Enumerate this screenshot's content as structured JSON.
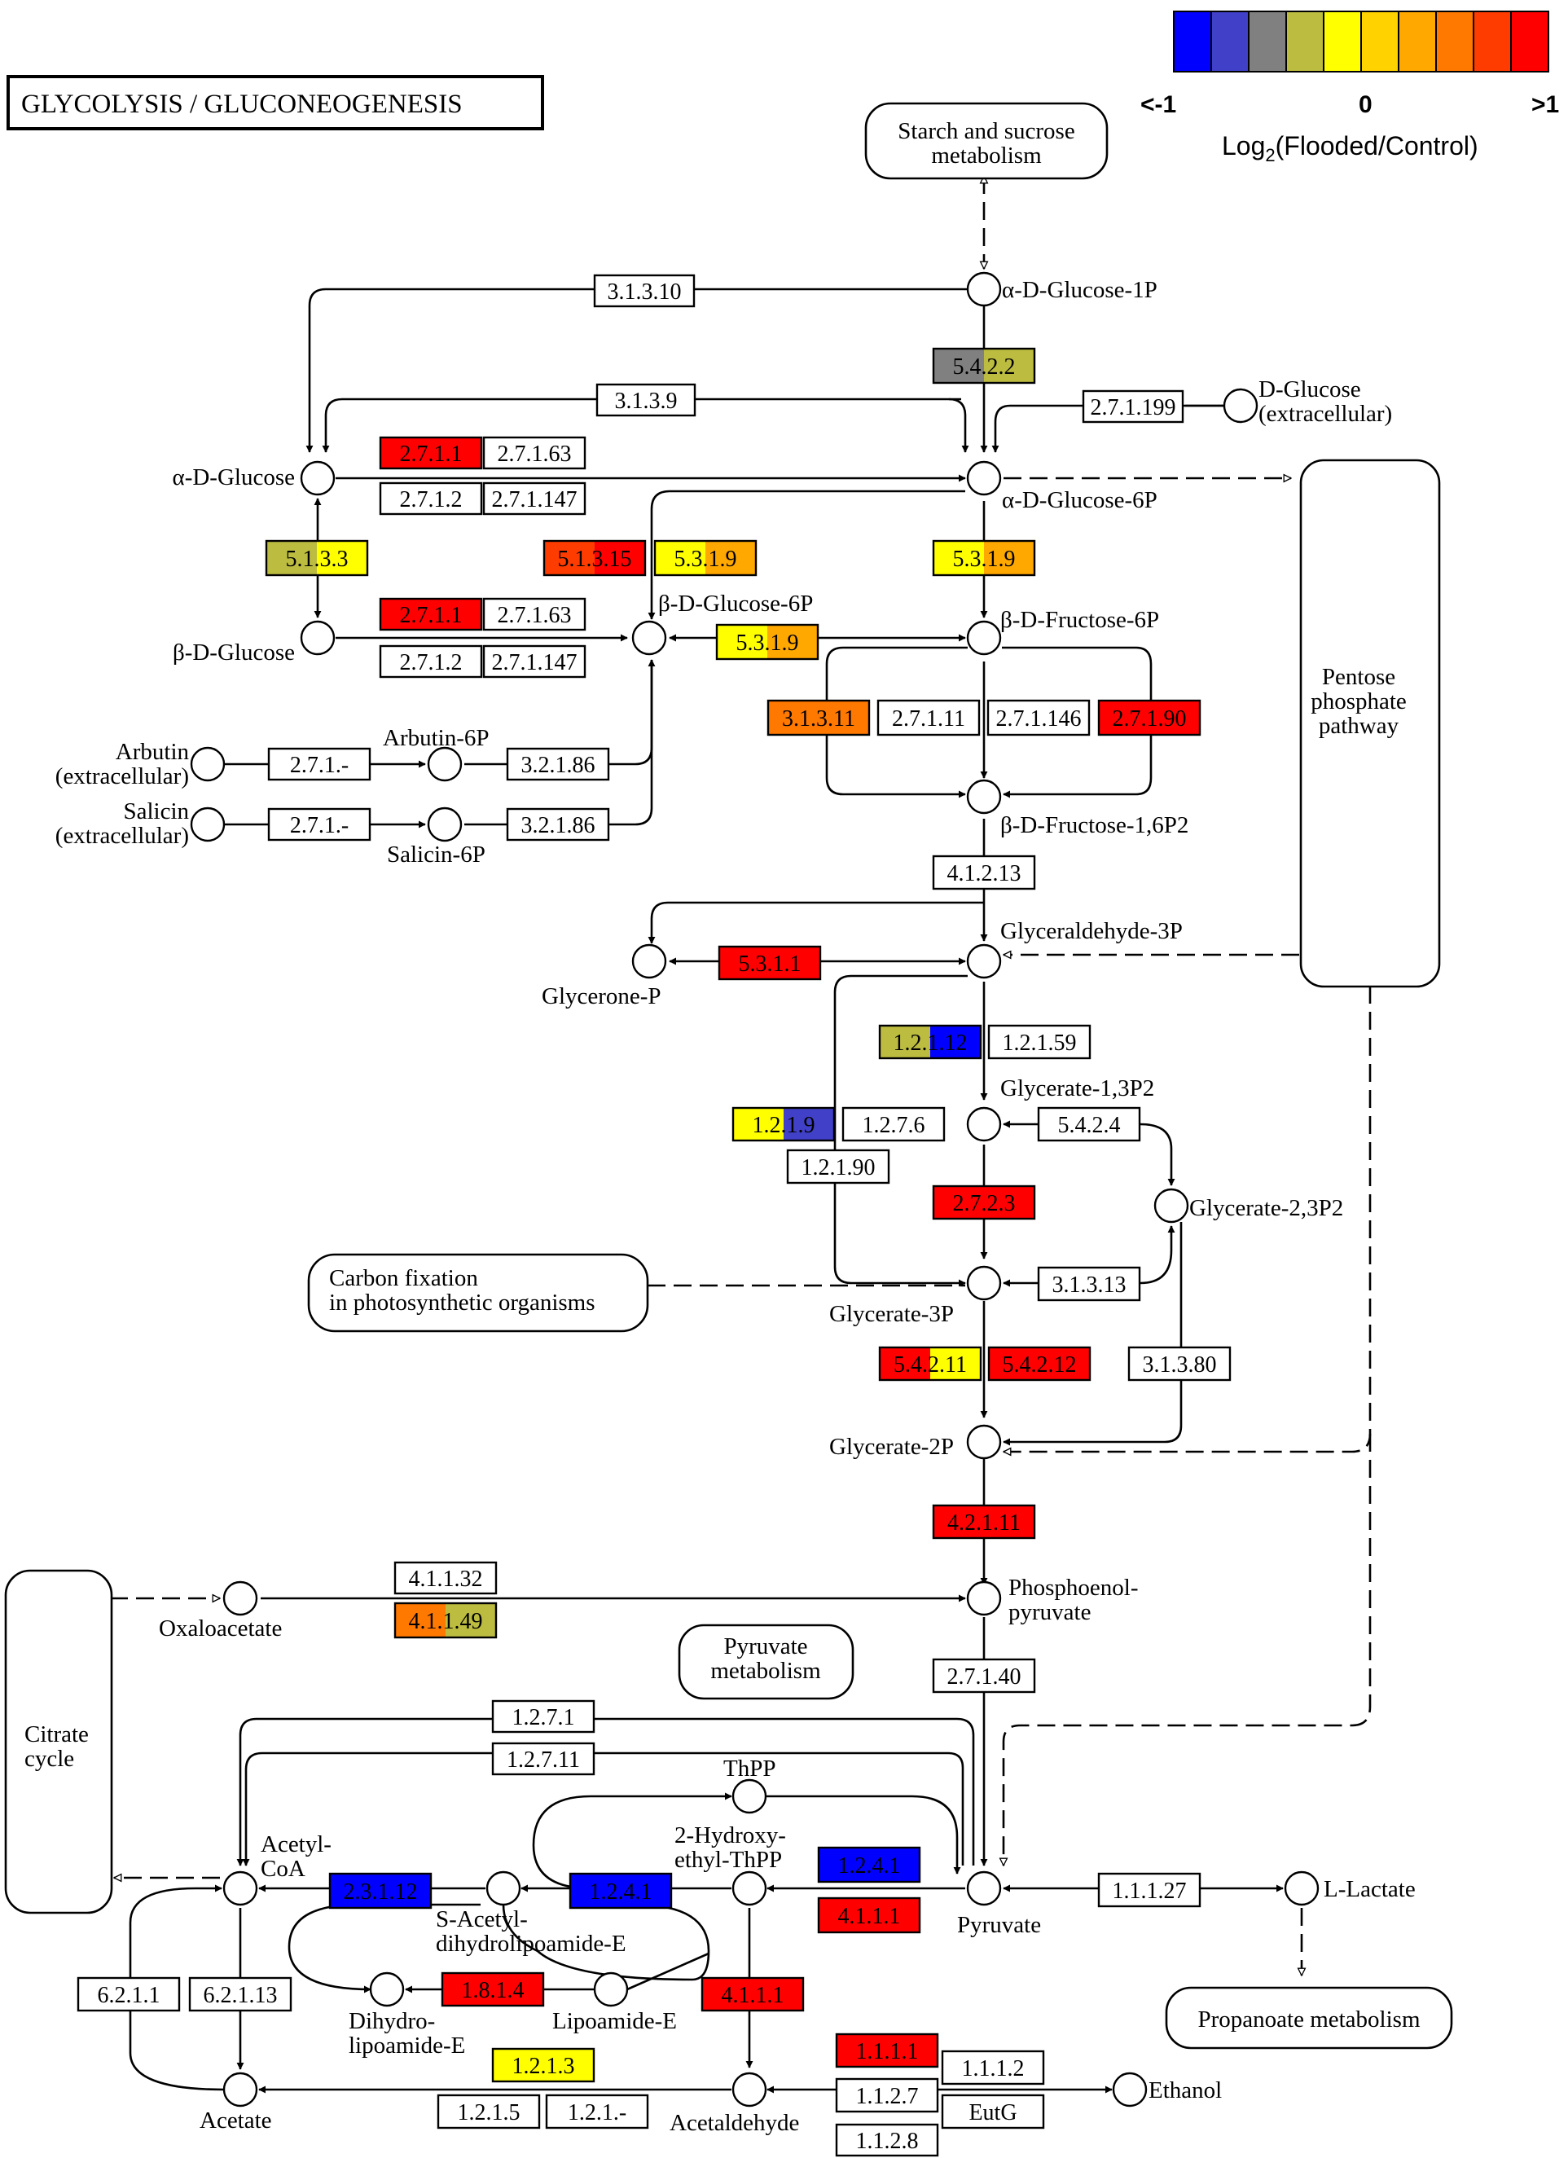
{
  "title": "GLYCOLYSIS / GLUCONEOGENESIS",
  "legend": {
    "colors": [
      "#0000ff",
      "#4040c8",
      "#808080",
      "#bcbc40",
      "#ffff00",
      "#ffd200",
      "#ffa800",
      "#ff7800",
      "#ff3c00",
      "#ff0000"
    ],
    "min_label": "<-1",
    "mid_label": "0",
    "max_label": ">1",
    "axis_label": "Log2(Flooded/Control)"
  },
  "pathways": {
    "starch": [
      "Starch and sucrose",
      "metabolism"
    ],
    "pentose": [
      "Pentose",
      "phosphate",
      "pathway"
    ],
    "carbon": [
      "Carbon fixation",
      "in photosynthetic organisms"
    ],
    "citrate": [
      "Citrate",
      "cycle"
    ],
    "pyruvate_met": [
      "Pyruvate",
      "metabolism"
    ],
    "propanoate": [
      "Propanoate metabolism"
    ]
  },
  "compounds": {
    "a_glucose_1p": [
      "α-D-Glucose-1P"
    ],
    "d_glucose_ext": [
      "D-Glucose",
      "(extracellular)"
    ],
    "a_glucose": [
      "α-D-Glucose"
    ],
    "a_glucose_6p": [
      "α-D-Glucose-6P"
    ],
    "b_glucose": [
      "β-D-Glucose"
    ],
    "b_glucose_6p": [
      "β-D-Glucose-6P"
    ],
    "b_fructose_6p": [
      "β-D-Fructose-6P"
    ],
    "arbutin": [
      "Arbutin",
      "(extracellular)"
    ],
    "arbutin_6p": [
      "Arbutin-6P"
    ],
    "salicin": [
      "Salicin",
      "(extracellular)"
    ],
    "salicin_6p": [
      "Salicin-6P"
    ],
    "b_fructose_16p2": [
      "β-D-Fructose-1,6P2"
    ],
    "glyceraldehyde_3p": [
      "Glyceraldehyde-3P"
    ],
    "glycerone_p": [
      "Glycerone-P"
    ],
    "glycerate_13p2": [
      "Glycerate-1,3P2"
    ],
    "glycerate_23p2": [
      "Glycerate-2,3P2"
    ],
    "glycerate_3p": [
      "Glycerate-3P"
    ],
    "glycerate_2p": [
      "Glycerate-2P"
    ],
    "pep": [
      "Phosphoenol-",
      "pyruvate"
    ],
    "oxaloacetate": [
      "Oxaloacetate"
    ],
    "thpp": [
      "ThPP"
    ],
    "hydroxyethyl_thpp": [
      "2-Hydroxy-",
      "ethyl-ThPP"
    ],
    "acetyl_coa": [
      "Acetyl-",
      "CoA"
    ],
    "s_acetyl": [
      "S-Acetyl-",
      "dihydrolipoamide-E"
    ],
    "pyruvate": [
      "Pyruvate"
    ],
    "l_lactate": [
      "L-Lactate"
    ],
    "dihydrolipoamide": [
      "Dihydro-",
      "lipoamide-E"
    ],
    "lipoamide": [
      "Lipoamide-E"
    ],
    "acetate": [
      "Acetate"
    ],
    "acetaldehyde": [
      "Acetaldehyde"
    ],
    "ethanol": [
      "Ethanol"
    ]
  },
  "enzymes": [
    {
      "id": "e1",
      "label": "3.1.3.10",
      "colors": []
    },
    {
      "id": "e2",
      "label": "5.4.2.2",
      "colors": [
        "#808080",
        "#bcbc40"
      ]
    },
    {
      "id": "e3",
      "label": "3.1.3.9",
      "colors": []
    },
    {
      "id": "e4",
      "label": "2.7.1.199",
      "colors": []
    },
    {
      "id": "e5",
      "label": "2.7.1.1",
      "colors": [
        "#ff0000"
      ]
    },
    {
      "id": "e6",
      "label": "2.7.1.63",
      "colors": []
    },
    {
      "id": "e7",
      "label": "2.7.1.2",
      "colors": []
    },
    {
      "id": "e8",
      "label": "2.7.1.147",
      "colors": []
    },
    {
      "id": "e9",
      "label": "5.1.3.3",
      "colors": [
        "#bcbc40",
        "#ffff00"
      ]
    },
    {
      "id": "e10",
      "label": "5.1.3.15",
      "colors": [
        "#ff3c00",
        "#ff0000"
      ]
    },
    {
      "id": "e11",
      "label": "5.3.1.9",
      "colors": [
        "#ffff00",
        "#ffa800"
      ]
    },
    {
      "id": "e12",
      "label": "5.3.1.9",
      "colors": [
        "#ffff00",
        "#ffa800"
      ]
    },
    {
      "id": "e13",
      "label": "2.7.1.1",
      "colors": [
        "#ff0000"
      ]
    },
    {
      "id": "e14",
      "label": "2.7.1.63",
      "colors": []
    },
    {
      "id": "e15",
      "label": "2.7.1.2",
      "colors": []
    },
    {
      "id": "e16",
      "label": "2.7.1.147",
      "colors": []
    },
    {
      "id": "e17",
      "label": "5.3.1.9",
      "colors": [
        "#ffff00",
        "#ffa800"
      ]
    },
    {
      "id": "e18",
      "label": "3.1.3.11",
      "colors": [
        "#ff7800"
      ]
    },
    {
      "id": "e19",
      "label": "2.7.1.11",
      "colors": []
    },
    {
      "id": "e20",
      "label": "2.7.1.146",
      "colors": []
    },
    {
      "id": "e21",
      "label": "2.7.1.90",
      "colors": [
        "#ff0000"
      ]
    },
    {
      "id": "e22",
      "label": "2.7.1.-",
      "colors": []
    },
    {
      "id": "e23",
      "label": "3.2.1.86",
      "colors": []
    },
    {
      "id": "e24",
      "label": "2.7.1.-",
      "colors": []
    },
    {
      "id": "e25",
      "label": "3.2.1.86",
      "colors": []
    },
    {
      "id": "e26",
      "label": "4.1.2.13",
      "colors": []
    },
    {
      "id": "e27",
      "label": "5.3.1.1",
      "colors": [
        "#ff0000"
      ]
    },
    {
      "id": "e28",
      "label": "1.2.1.12",
      "colors": [
        "#bcbc40",
        "#0000ff"
      ]
    },
    {
      "id": "e29",
      "label": "1.2.1.59",
      "colors": []
    },
    {
      "id": "e30",
      "label": "1.2.1.9",
      "colors": [
        "#ffff00",
        "#4040c8"
      ]
    },
    {
      "id": "e31",
      "label": "1.2.7.6",
      "colors": []
    },
    {
      "id": "e32",
      "label": "5.4.2.4",
      "colors": []
    },
    {
      "id": "e33",
      "label": "1.2.1.90",
      "colors": []
    },
    {
      "id": "e34",
      "label": "2.7.2.3",
      "colors": [
        "#ff0000"
      ]
    },
    {
      "id": "e35",
      "label": "3.1.3.13",
      "colors": []
    },
    {
      "id": "e36",
      "label": "5.4.2.11",
      "colors": [
        "#ff0000",
        "#ffff00"
      ]
    },
    {
      "id": "e37",
      "label": "5.4.2.12",
      "colors": [
        "#ff0000"
      ]
    },
    {
      "id": "e38",
      "label": "3.1.3.80",
      "colors": []
    },
    {
      "id": "e39",
      "label": "4.2.1.11",
      "colors": [
        "#ff0000"
      ]
    },
    {
      "id": "e40",
      "label": "4.1.1.32",
      "colors": []
    },
    {
      "id": "e41",
      "label": "4.1.1.49",
      "colors": [
        "#ff7800",
        "#bcbc40"
      ]
    },
    {
      "id": "e42",
      "label": "2.7.1.40",
      "colors": []
    },
    {
      "id": "e43",
      "label": "1.2.7.1",
      "colors": []
    },
    {
      "id": "e44",
      "label": "1.2.7.11",
      "colors": []
    },
    {
      "id": "e45",
      "label": "1.2.4.1",
      "colors": [
        "#0000ff"
      ]
    },
    {
      "id": "e46",
      "label": "2.3.1.12",
      "colors": [
        "#0000ff"
      ]
    },
    {
      "id": "e47",
      "label": "1.2.4.1",
      "colors": [
        "#0000ff"
      ]
    },
    {
      "id": "e48",
      "label": "4.1.1.1",
      "colors": [
        "#ff0000"
      ]
    },
    {
      "id": "e49",
      "label": "1.1.1.27",
      "colors": []
    },
    {
      "id": "e50",
      "label": "1.8.1.4",
      "colors": [
        "#ff0000"
      ]
    },
    {
      "id": "e51",
      "label": "4.1.1.1",
      "colors": [
        "#ff0000"
      ]
    },
    {
      "id": "e52",
      "label": "6.2.1.1",
      "colors": []
    },
    {
      "id": "e53",
      "label": "6.2.1.13",
      "colors": []
    },
    {
      "id": "e54",
      "label": "1.2.1.3",
      "colors": [
        "#ffff00"
      ]
    },
    {
      "id": "e55",
      "label": "1.2.1.5",
      "colors": []
    },
    {
      "id": "e56",
      "label": "1.2.1.-",
      "colors": []
    },
    {
      "id": "e57",
      "label": "1.1.1.1",
      "colors": [
        "#ff0000"
      ]
    },
    {
      "id": "e58",
      "label": "1.1.1.2",
      "colors": []
    },
    {
      "id": "e59",
      "label": "1.1.2.7",
      "colors": []
    },
    {
      "id": "e60",
      "label": "EutG",
      "colors": []
    },
    {
      "id": "e61",
      "label": "1.1.2.8",
      "colors": []
    }
  ]
}
